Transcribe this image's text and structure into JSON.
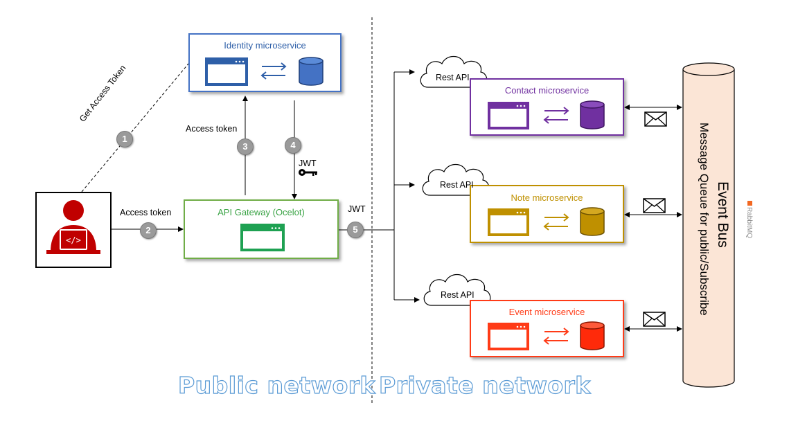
{
  "identity": {
    "title": "Identity microservice",
    "color": "#2e5fa8"
  },
  "gateway": {
    "title": "API Gateway (Ocelot)",
    "color": "#3aa345"
  },
  "contact": {
    "title": "Contact microservice",
    "color": "#7030a0"
  },
  "note": {
    "title": "Note microservice",
    "color": "#bf9000"
  },
  "event": {
    "title": "Event microservice",
    "color": "#ff3b17"
  },
  "labels": {
    "get_access_token": "Get Access Token",
    "access_token_left": "Access token",
    "access_token_up": "Access token",
    "jwt_key": "JWT",
    "jwt_out": "JWT"
  },
  "steps": [
    "1",
    "2",
    "3",
    "4",
    "5"
  ],
  "clouds": [
    "Rest API",
    "Rest API",
    "Rest API"
  ],
  "event_bus": {
    "title": "Event Bus",
    "subtitle": "Message Queue for public/Subscribe",
    "brand": "RabbitMQ"
  },
  "networks": {
    "public": "Public network",
    "private": "Private network"
  },
  "icons": [
    "developer-icon",
    "window-icon",
    "database-icon",
    "exchange-arrows-icon",
    "envelope-icon",
    "key-icon",
    "cloud-icon"
  ]
}
